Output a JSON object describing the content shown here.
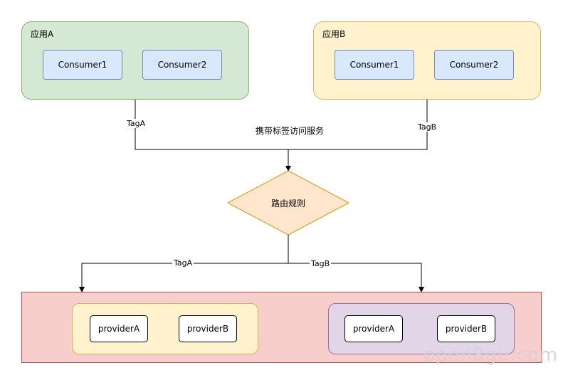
{
  "app_a": {
    "title": "应用A",
    "consumers": [
      "Consumer1",
      "Consumer2"
    ]
  },
  "app_b": {
    "title": "应用B",
    "consumers": [
      "Consumer1",
      "Consumer2"
    ]
  },
  "edge_labels": {
    "tag_a_top": "TagA",
    "tag_b_top": "TagB",
    "merge_label": "携带标签访问服务",
    "tag_a_bottom": "TagA",
    "tag_b_bottom": "TagB"
  },
  "decision": {
    "label": "路由规则"
  },
  "provider_groups": [
    {
      "providers": [
        "providerA",
        "providerB"
      ]
    },
    {
      "providers": [
        "providerA",
        "providerB"
      ]
    }
  ],
  "watermark": "open8gu.com",
  "colors": {
    "app_a_fill": "#d5e8d4",
    "app_b_fill": "#fff2cc",
    "consumer_fill": "#dae8fc",
    "decision_fill": "#ffe6cc",
    "providers_fill": "#f8cecc",
    "group_yellow_fill": "#fff2cc",
    "group_purple_fill": "#e1d5e7"
  }
}
